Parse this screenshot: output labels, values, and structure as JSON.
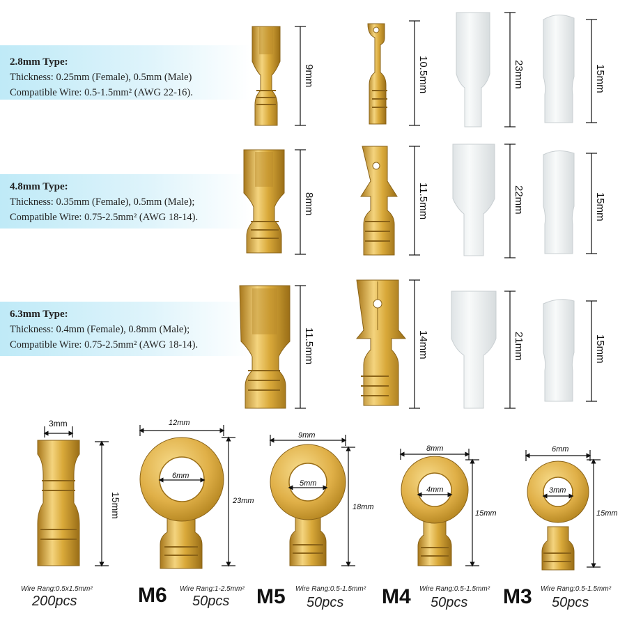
{
  "specs": [
    {
      "title": "2.8mm Type:",
      "thickness": "Thickness: 0.25mm (Female), 0.5mm (Male)",
      "wire": "Compatible Wire: 0.5-1.5mm² (AWG 22-16)."
    },
    {
      "title": "4.8mm Type:",
      "thickness": "Thickness: 0.35mm (Female), 0.5mm (Male);",
      "wire": "Compatible Wire: 0.75-2.5mm² (AWG 18-14)."
    },
    {
      "title": "6.3mm Type:",
      "thickness": "Thickness: 0.4mm (Female), 0.8mm (Male);",
      "wire": "Compatible Wire: 0.75-2.5mm² (AWG 18-14)."
    }
  ],
  "rows": [
    {
      "female": "9mm",
      "male": "10.5mm",
      "sleeve_f": "23mm",
      "sleeve_m": "15mm"
    },
    {
      "female": "8mm",
      "male": "11.5mm",
      "sleeve_f": "22mm",
      "sleeve_m": "15mm"
    },
    {
      "female": "11.5mm",
      "male": "14mm",
      "sleeve_f": "21mm",
      "sleeve_m": "15mm"
    }
  ],
  "butt": {
    "width": "3mm",
    "length": "15mm",
    "wire": "Wire Rang:0.5x1.5mm²",
    "pcs": "200pcs"
  },
  "rings": [
    {
      "size": "M6",
      "outer": "12mm",
      "inner": "6mm",
      "length": "23mm",
      "wire": "Wire Rang:1-2.5mm²",
      "pcs": "50pcs"
    },
    {
      "size": "M5",
      "outer": "9mm",
      "inner": "5mm",
      "length": "18mm",
      "wire": "Wire Rang:0.5-1.5mm²",
      "pcs": "50pcs"
    },
    {
      "size": "M4",
      "outer": "8mm",
      "inner": "4mm",
      "length": "15mm",
      "wire": "Wire Rang:0.5-1.5mm²",
      "pcs": "50pcs"
    },
    {
      "size": "M3",
      "outer": "6mm",
      "inner": "3mm",
      "length": "15mm",
      "wire": "Wire Rang:0.5-1.5mm²",
      "pcs": "50pcs"
    }
  ],
  "colors": {
    "brass": "#d9a93a",
    "brass_light": "#f3d27a",
    "brass_dark": "#a0761d",
    "sleeve": "#eef1f2",
    "band": "#bfeaf7"
  }
}
